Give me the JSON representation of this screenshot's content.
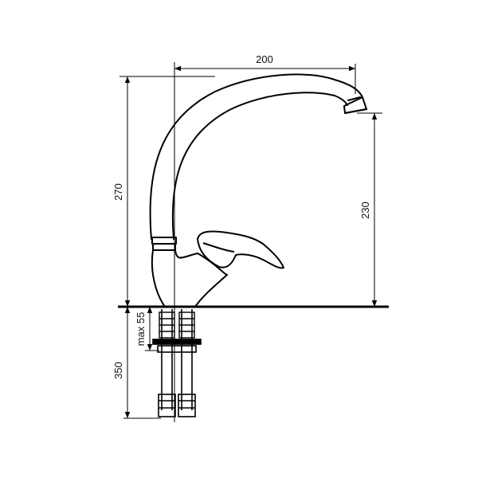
{
  "drawing": {
    "type": "technical-dimension-drawing",
    "subject": "single-lever kitchen faucet, side view",
    "line_color": "#000000",
    "background": "#ffffff",
    "dimensions": {
      "spout_reach": "200",
      "overall_height": "270",
      "spout_outlet_height": "230",
      "below_deck_length": "350",
      "max_deck_thickness": "max 55"
    }
  }
}
